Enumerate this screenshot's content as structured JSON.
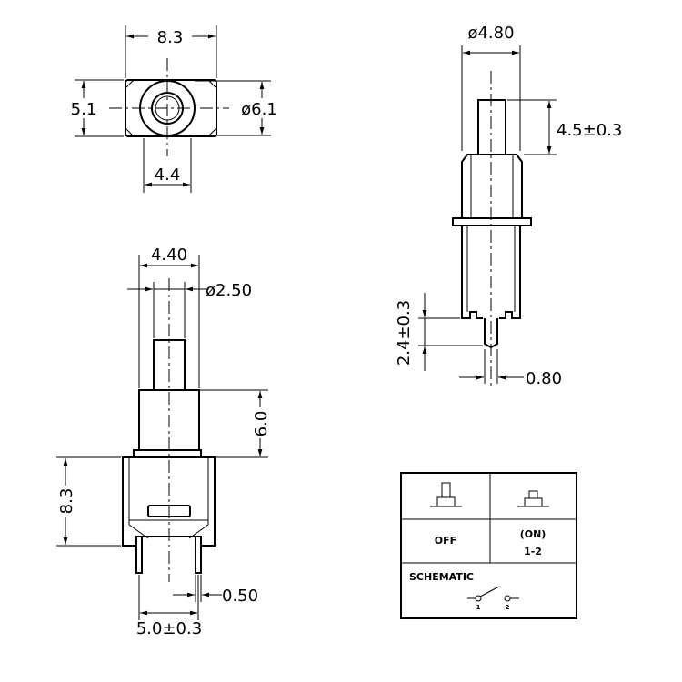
{
  "dimensions": {
    "top_width": "8.3",
    "top_height": "5.1",
    "top_diameter": "ø6.1",
    "top_inner": "4.4",
    "right_diameter": "ø4.80",
    "right_plunger": "4.5±0.3",
    "right_pin_height": "2.4±0.3",
    "right_pin_width": "0.80",
    "front_width": "4.40",
    "front_diameter": "ø2.50",
    "front_plunger": "6.0",
    "front_height": "8.3",
    "front_pin": "0.50",
    "front_pitch": "5.0±0.3"
  },
  "schematic_table": {
    "state_off": "OFF",
    "state_on": "(ON)",
    "state_on_contacts": "1-2",
    "schematic_label": "SCHEMATIC",
    "terminal_1": "1",
    "terminal_2": "2"
  }
}
